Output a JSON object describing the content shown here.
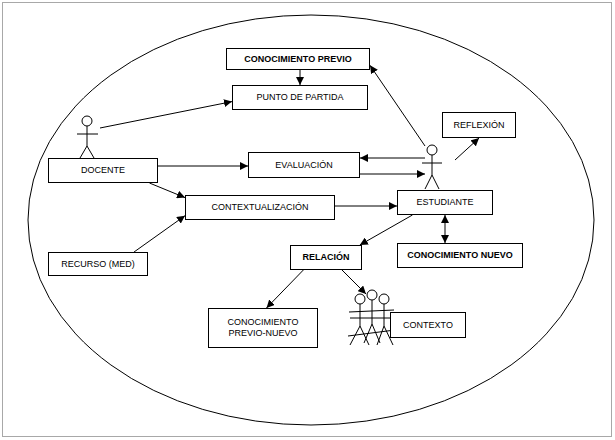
{
  "diagram": {
    "nodes": [
      {
        "text": [
          "CONOCIMIENTO PREVIO"
        ]
      },
      {
        "text": [
          "PUNTO DE PARTIDA"
        ]
      },
      {
        "text": [
          "REFLEXIÓN"
        ]
      },
      {
        "text": [
          "DOCENTE"
        ]
      },
      {
        "text": [
          "EVALUACIÓN"
        ]
      },
      {
        "text": [
          "CONTEXTUALIZACIÓN"
        ]
      },
      {
        "text": [
          "ESTUDIANTE"
        ]
      },
      {
        "text": [
          "RECURSO (MED)"
        ]
      },
      {
        "text": [
          "RELACIÓN"
        ]
      },
      {
        "text": [
          "CONOCIMIENTO NUEVO"
        ]
      },
      {
        "text": [
          "CONOCIMIENTO PREVIO-NUEVO"
        ]
      },
      {
        "text": [
          "CONTEXTO"
        ]
      }
    ],
    "edges": [
      {
        "from": 3,
        "to": 1,
        "arrow": "to"
      },
      {
        "from": 0,
        "to": 1,
        "arrow": "to"
      },
      {
        "from": 6,
        "to": 0,
        "arrow": "to"
      },
      {
        "from": 6,
        "to": 2,
        "arrow": "to"
      },
      {
        "from": 3,
        "to": 4,
        "arrow": "to"
      },
      {
        "from": 6,
        "to": 4,
        "arrow": "to"
      },
      {
        "from": 4,
        "to": 6,
        "arrow": "to"
      },
      {
        "from": 3,
        "to": 5,
        "arrow": "to"
      },
      {
        "from": 7,
        "to": 5,
        "arrow": "to"
      },
      {
        "from": 5,
        "to": 6,
        "arrow": "to"
      },
      {
        "from": 6,
        "to": 9,
        "arrow": "both"
      },
      {
        "from": 6,
        "to": 8,
        "arrow": "to"
      },
      {
        "from": 8,
        "to": 10,
        "arrow": "to"
      },
      {
        "from": 8,
        "to": 11,
        "arrow": "to"
      }
    ]
  }
}
